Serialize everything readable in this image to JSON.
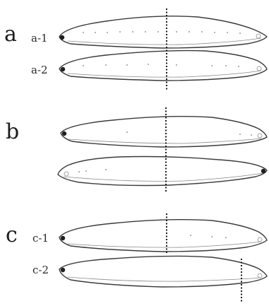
{
  "figure": {
    "panels": [
      {
        "letter": "a",
        "rows": [
          {
            "label": "a-1"
          },
          {
            "label": "a-2"
          }
        ]
      },
      {
        "letter": "b",
        "rows": [
          {
            "label": ""
          },
          {
            "label": ""
          }
        ]
      },
      {
        "letter": "c",
        "rows": [
          {
            "label": "c-1"
          },
          {
            "label": "c-2"
          }
        ]
      }
    ]
  },
  "colors": {
    "ink": "#1e1e1e",
    "outline": "#3a3a3a",
    "dots": "#9a9a9a",
    "background": "#ffffff"
  }
}
